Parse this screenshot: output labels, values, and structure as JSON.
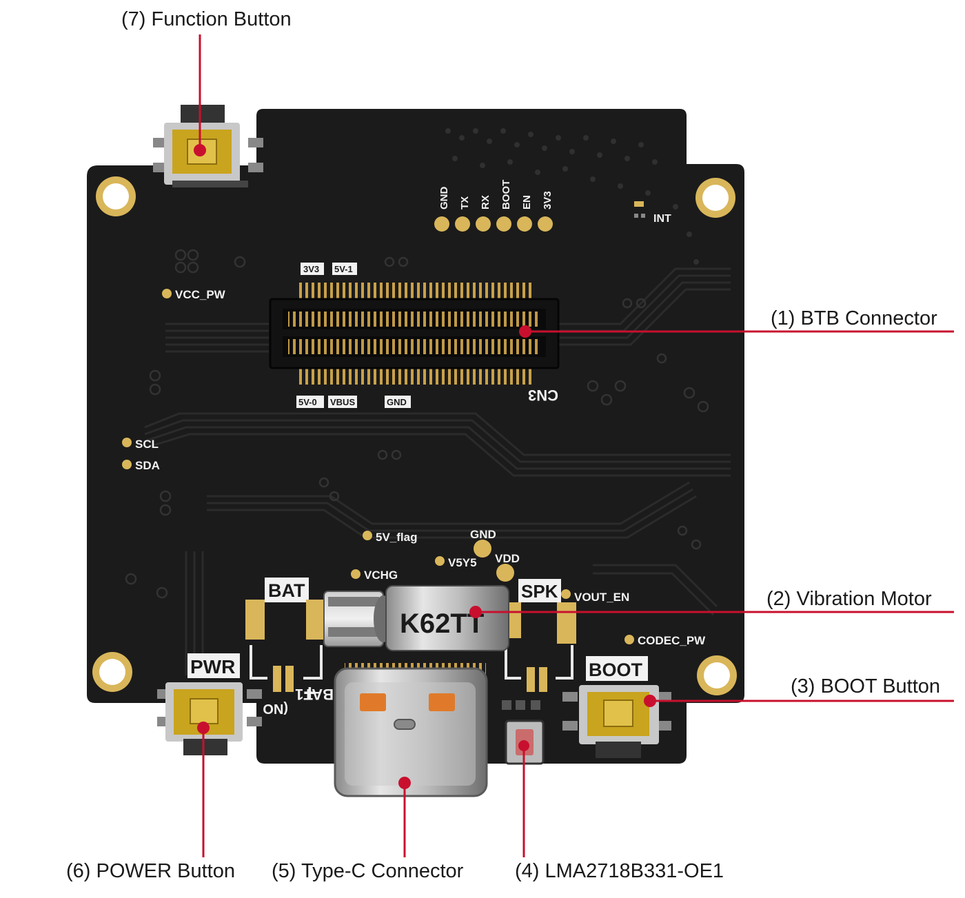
{
  "callouts": {
    "c1": "(1) BTB Connector",
    "c2": "(2) Vibration Motor",
    "c3": "(3) BOOT Button",
    "c4": "(4) LMA2718B331-OE1",
    "c5": "(5) Type-C Connector",
    "c6": "(6) POWER Button",
    "c7": "(7) Function Button"
  },
  "silkscreen": {
    "gnd": "GND",
    "tx": "TX",
    "rx": "RX",
    "boot": "BOOT",
    "en": "EN",
    "v3v3": "3V3",
    "int": "INT",
    "top_3v3": "3V3",
    "top_5v1": "5V-1",
    "vcc_pw": "VCC_PW",
    "bot_5v0": "5V-0",
    "bot_vbus": "VBUS",
    "bot_gnd": "GND",
    "cn3": "CN3",
    "scl": "SCL",
    "sda": "SDA",
    "flag5v": "5V_flag",
    "gnd2": "GND",
    "v5y5": "V5Y5",
    "vdd": "VDD",
    "vchg": "VCHG",
    "bat": "BAT",
    "spk": "SPK",
    "vout_en": "VOUT_EN",
    "codec_pw": "CODEC_PW",
    "pwr": "PWR",
    "boot_btn": "BOOT",
    "bat1": "BAT1",
    "no": "(NO",
    "motor_mark": "K62TT"
  },
  "colors": {
    "board": "#1b1b1b",
    "trace": "#2a2a2a",
    "gold": "#d9b65a",
    "callout_line": "#c8102e",
    "silk": "#f2f2f2"
  }
}
